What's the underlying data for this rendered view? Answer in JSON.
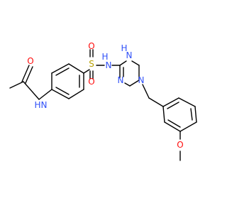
{
  "colors": {
    "carbon": "#000000",
    "nitrogen": "#3050F8",
    "oxygen": "#FF0D0D",
    "sulfur": "#B8A000",
    "background": "#FFFFFF"
  },
  "atoms": {
    "o_carbonyl": "O",
    "n_amide": "N",
    "h_amide": "H",
    "s_sulfonyl": "S",
    "o_sulfonyl_top": "O",
    "o_sulfonyl_bottom": "O",
    "n_sulfonamide": "N",
    "h_sulfonamide": "H",
    "n_ring_h": "N",
    "h_ring": "H",
    "n_ring_imine": "N",
    "n_ring_tertiary": "N",
    "o_methoxy": "O"
  }
}
